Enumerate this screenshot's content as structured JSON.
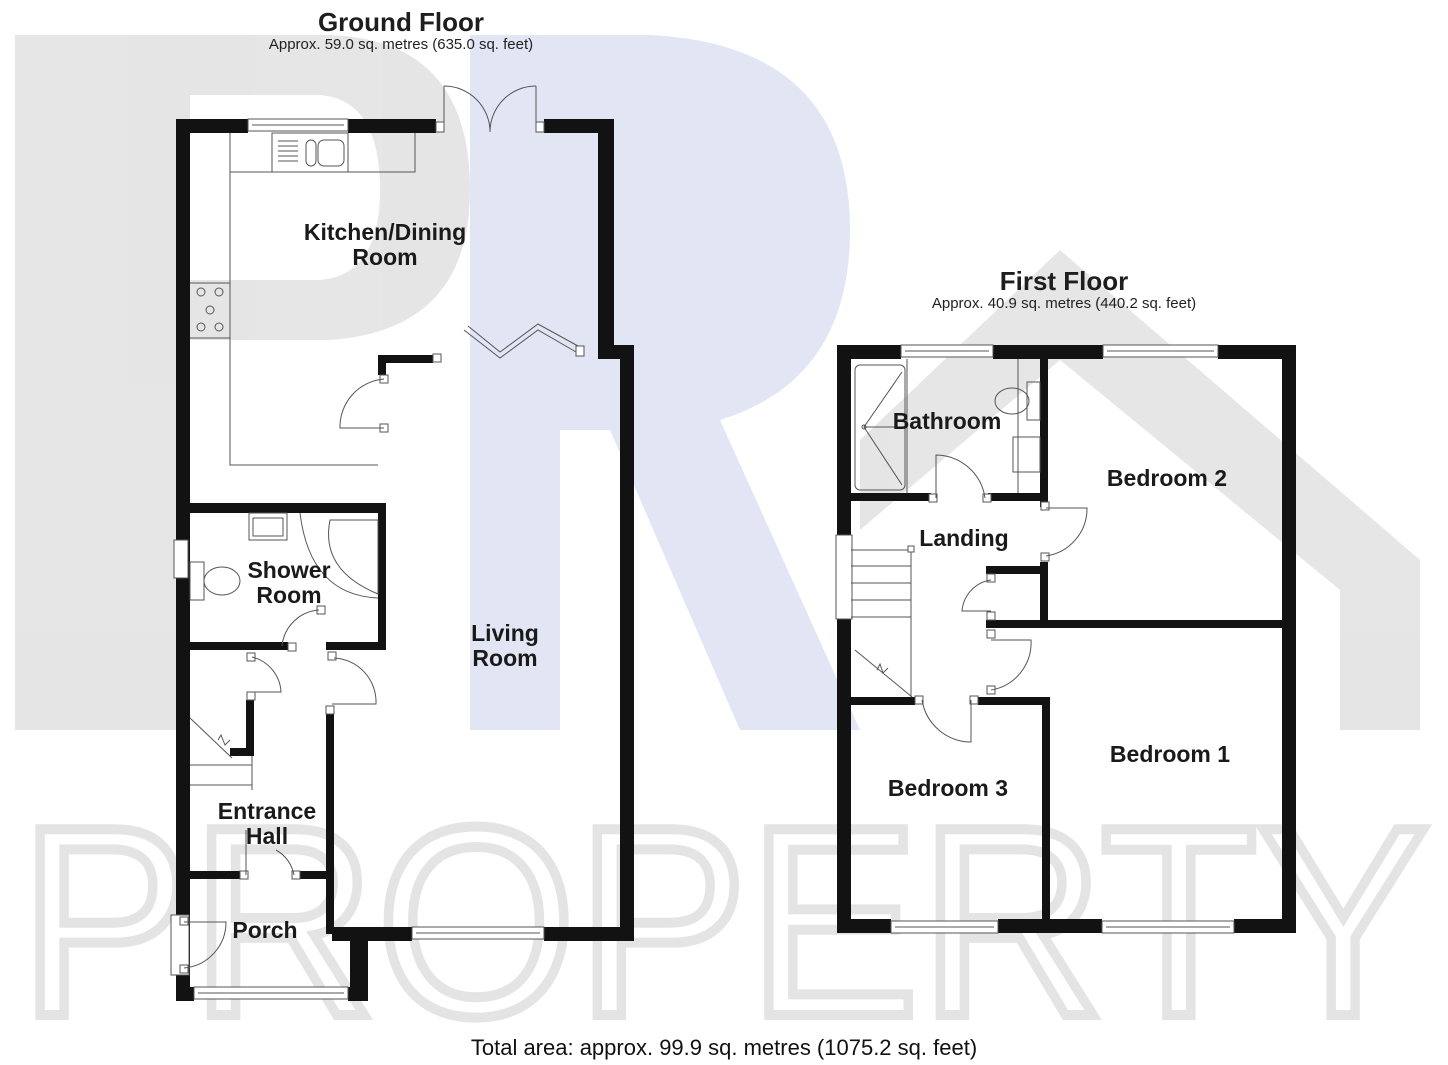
{
  "ground_floor": {
    "title": "Ground Floor",
    "area": "Approx. 59.0 sq. metres (635.0 sq. feet)",
    "rooms": {
      "kitchen_line1": "Kitchen/Dining",
      "kitchen_line2": "Room",
      "shower_line1": "Shower",
      "shower_line2": "Room",
      "living_line1": "Living",
      "living_line2": "Room",
      "entrance_line1": "Entrance",
      "entrance_line2": "Hall",
      "porch": "Porch"
    }
  },
  "first_floor": {
    "title": "First Floor",
    "area": "Approx. 40.9 sq. metres (440.2 sq. feet)",
    "rooms": {
      "bathroom": "Bathroom",
      "landing": "Landing",
      "bedroom2": "Bedroom 2",
      "bedroom1": "Bedroom 1",
      "bedroom3": "Bedroom 3"
    }
  },
  "total_area": "Total area: approx. 99.9 sq. metres (1075.2 sq. feet)",
  "watermark": {
    "logo_letters": "PR",
    "word": "PROPERTY"
  },
  "icons": [
    "sink-icon",
    "hob-icon",
    "toilet-icon",
    "shower-tray-icon",
    "bath-icon",
    "basin-icon",
    "staircase-icon",
    "door-swing-icon",
    "window-icon"
  ]
}
